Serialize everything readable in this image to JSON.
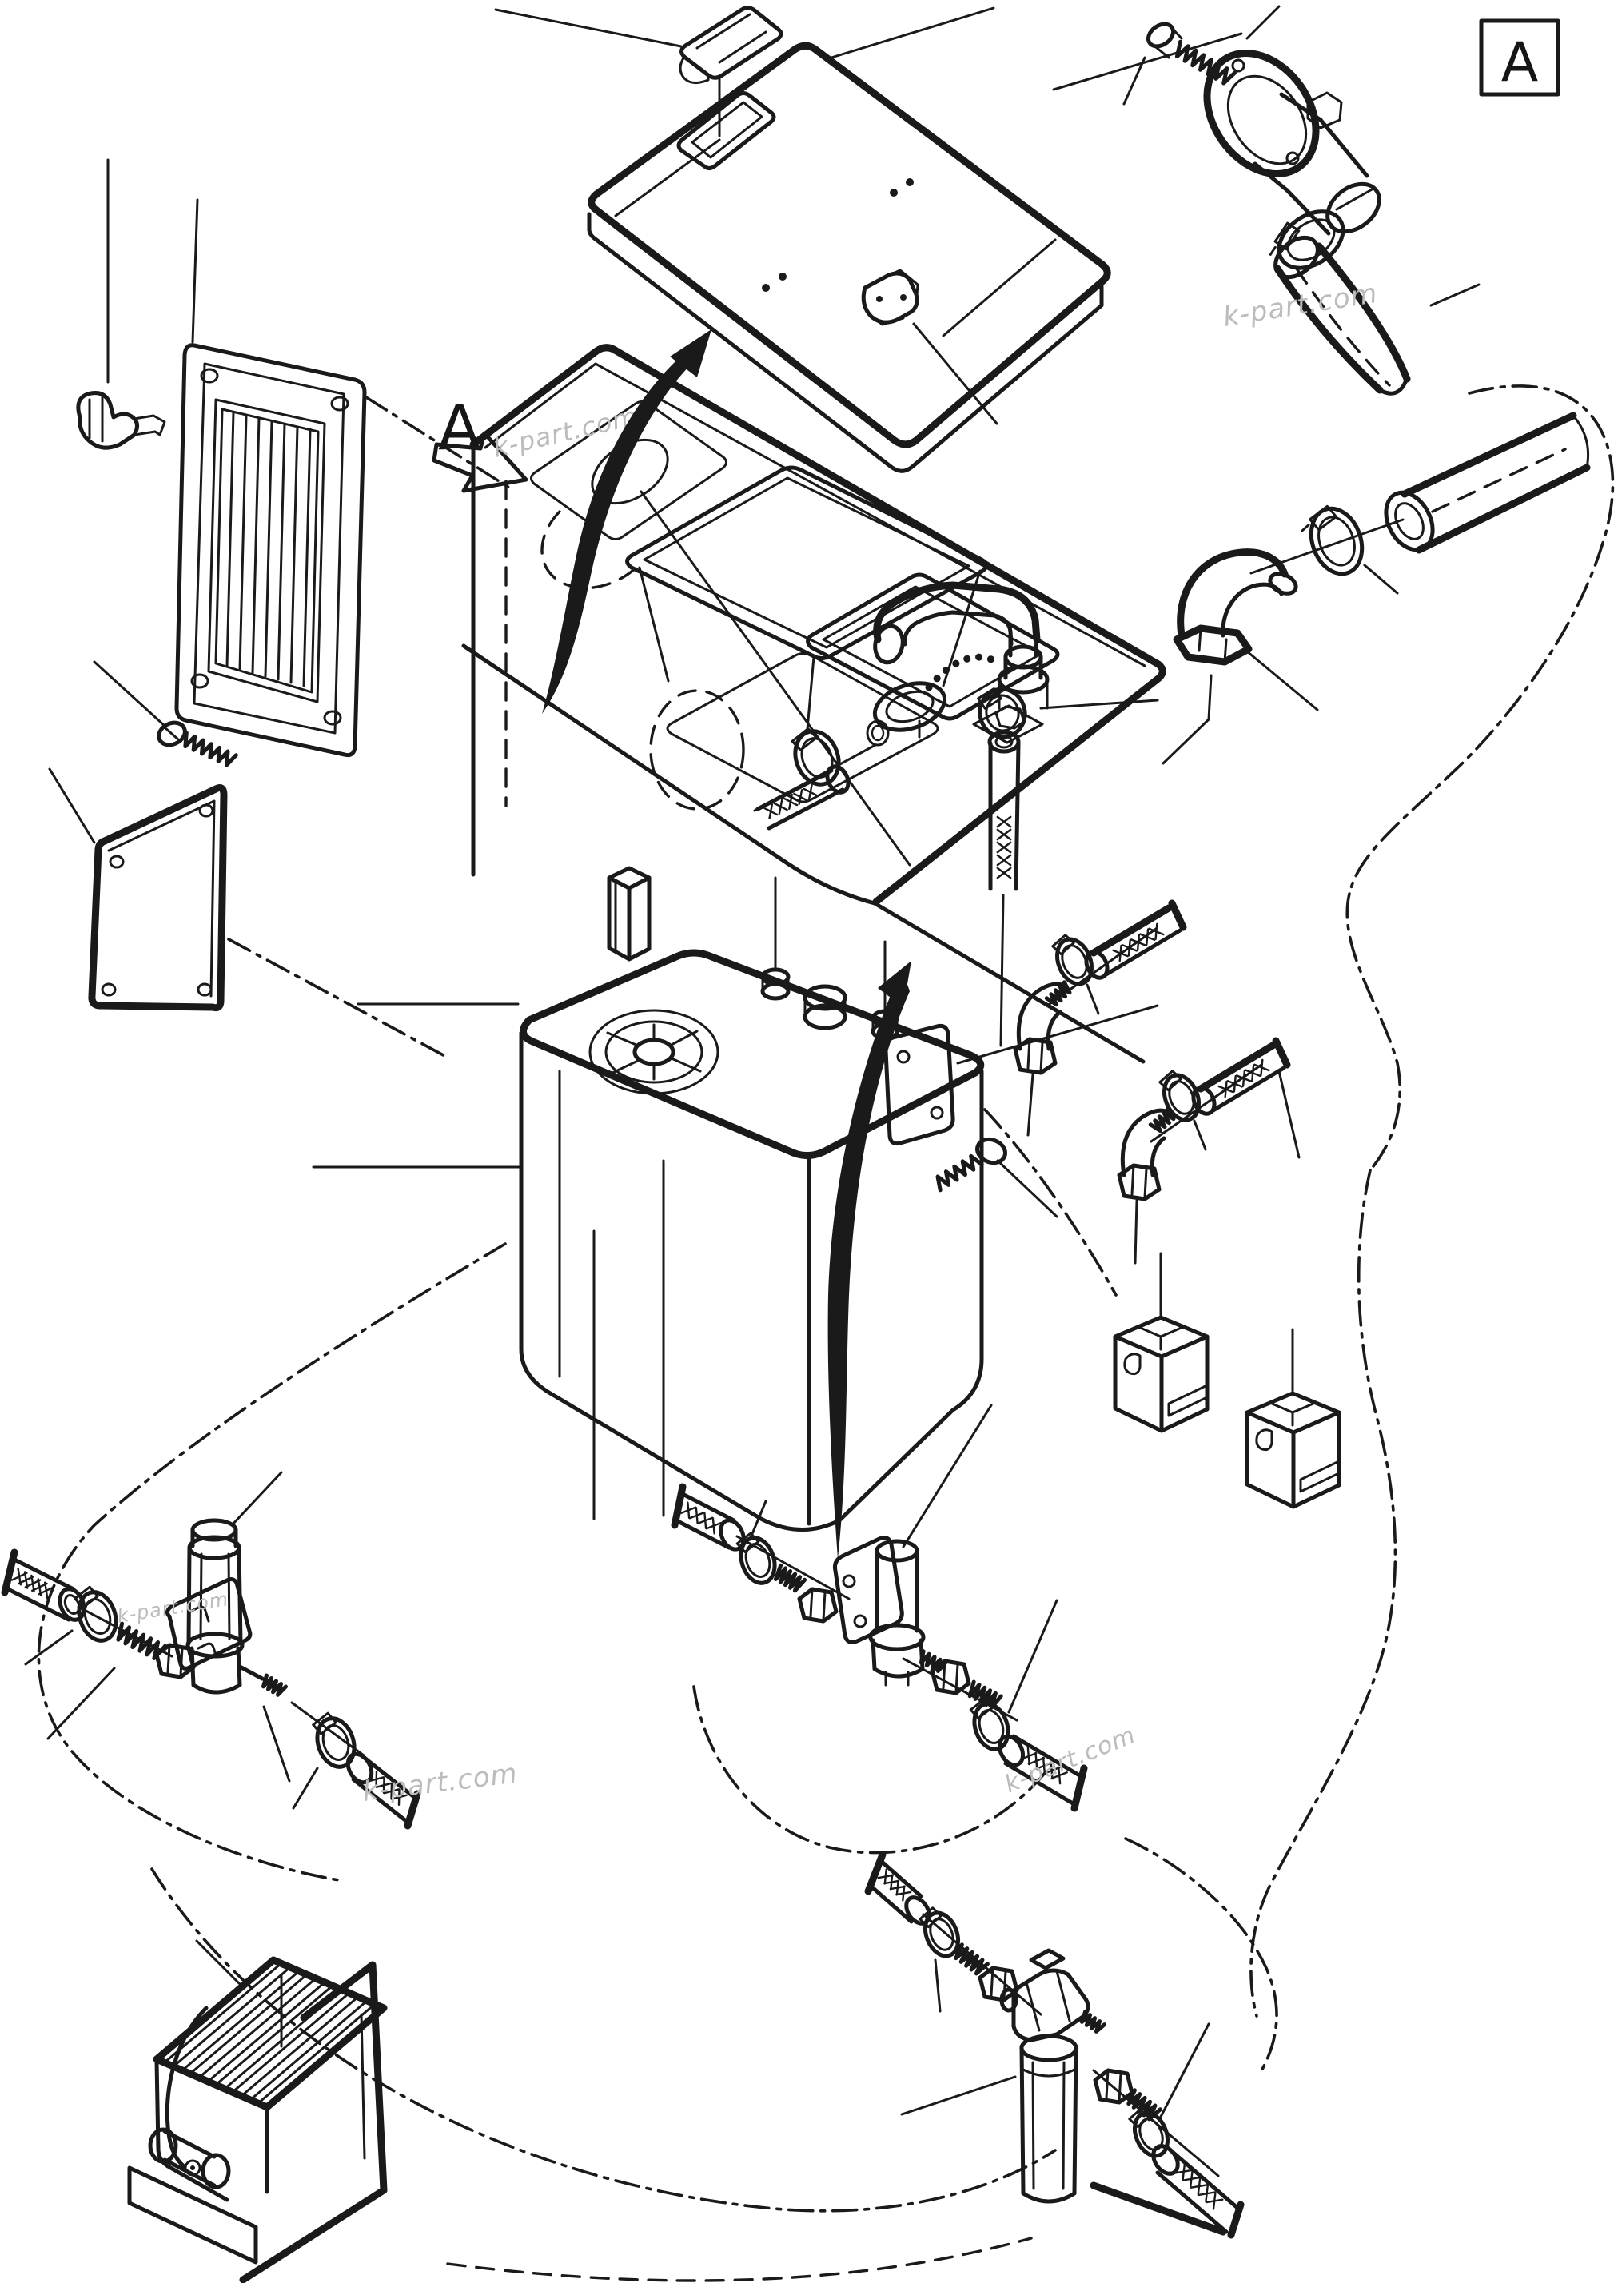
{
  "page": {
    "background": "#ffffff",
    "ink": "#1a1a1a",
    "watermark_color": "#bcbcbc"
  },
  "diagram": {
    "detail_marker": "A",
    "detail_box_label": "A"
  },
  "watermarks": [
    {
      "text": "k-part.com"
    },
    {
      "text": "k-part.com"
    },
    {
      "text": "k-part.com"
    },
    {
      "text": "k-part.com"
    },
    {
      "text": "k-part.com"
    }
  ]
}
